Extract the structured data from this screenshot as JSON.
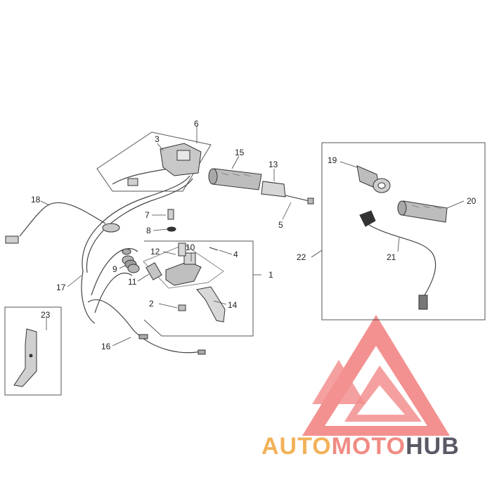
{
  "callouts": [
    "1",
    "2",
    "3",
    "4",
    "5",
    "6",
    "7",
    "8",
    "9",
    "10",
    "11",
    "12",
    "13",
    "14",
    "15",
    "16",
    "17",
    "18",
    "19",
    "20",
    "21",
    "22",
    "23"
  ],
  "watermark": {
    "part1": "AUTO",
    "part2": "MOTO",
    "part3": "HUB",
    "color1": "#f2b25a",
    "color2": "#f08b84",
    "color3": "#5a5a66",
    "logo_color": "#f06b6b"
  }
}
